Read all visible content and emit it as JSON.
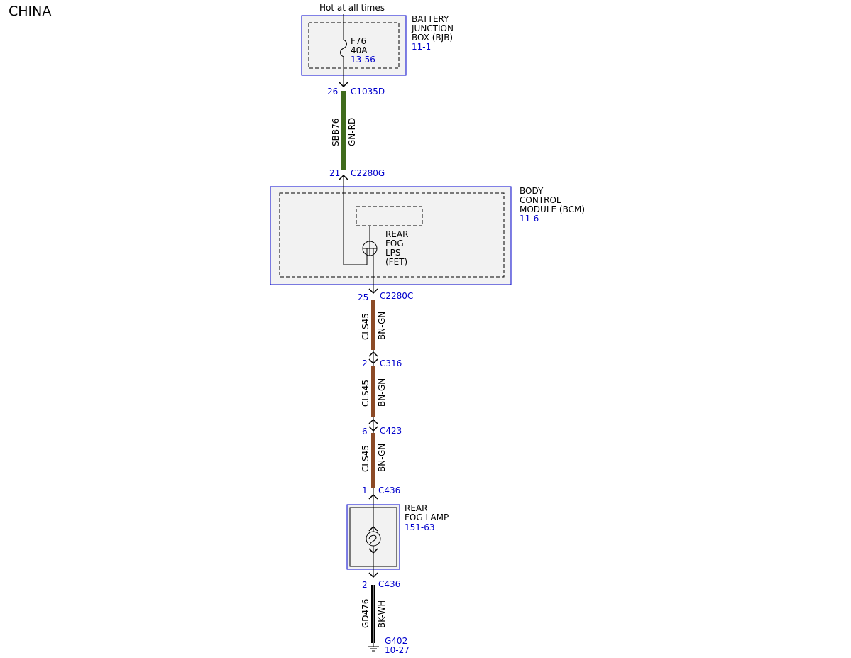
{
  "region": "CHINA",
  "supply_label": "Hot at all times",
  "bjb": {
    "l1": "BATTERY",
    "l2": "JUNCTION",
    "l3": "BOX (BJB)",
    "ref": "11-1",
    "fuse": "F76",
    "amps": "40A",
    "fuse_ref": "13-56"
  },
  "c1035d": {
    "pin": "26",
    "name": "C1035D"
  },
  "wire_sbb76": {
    "circuit": "SBB76",
    "color": "GN-RD"
  },
  "c2280g": {
    "pin": "21",
    "name": "C2280G"
  },
  "bcm": {
    "l1": "BODY",
    "l2": "CONTROL",
    "l3": "MODULE (BCM)",
    "ref": "11-6",
    "fet1": "REAR",
    "fet2": "FOG",
    "fet3": "LPS",
    "fet4": "(FET)"
  },
  "c2280c": {
    "pin": "25",
    "name": "C2280C"
  },
  "wire_cls45_a": {
    "circuit": "CLS45",
    "color": "BN-GN"
  },
  "c316": {
    "pin": "2",
    "name": "C316"
  },
  "wire_cls45_b": {
    "circuit": "CLS45",
    "color": "BN-GN"
  },
  "c423": {
    "pin": "6",
    "name": "C423"
  },
  "wire_cls45_c": {
    "circuit": "CLS45",
    "color": "BN-GN"
  },
  "c436_1": {
    "pin": "1",
    "name": "C436"
  },
  "lamp": {
    "l1": "REAR",
    "l2": "FOG LAMP",
    "ref": "151-63"
  },
  "c436_2": {
    "pin": "2",
    "name": "C436"
  },
  "wire_gd476": {
    "circuit": "GD476",
    "color": "BK-WH"
  },
  "ground": {
    "name": "G402",
    "ref": "10-27"
  },
  "colors": {
    "link": "#0000cc",
    "gn_rd": "#3f6b1c",
    "bn_gn": "#8b4a26",
    "bk_wh": "#000000"
  }
}
